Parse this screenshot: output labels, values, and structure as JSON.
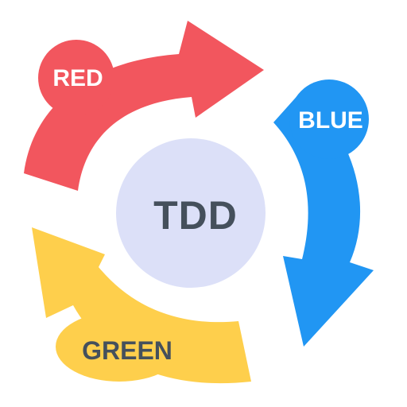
{
  "diagram": {
    "center_label": "TDD",
    "stages": [
      {
        "id": "red",
        "label": "RED",
        "color": "#F2565E"
      },
      {
        "id": "blue",
        "label": "BLUE",
        "color": "#2196F3"
      },
      {
        "id": "green",
        "label": "GREEN",
        "color": "#FECF4C"
      }
    ],
    "center_color": "#DCE0F8",
    "label_text_color": "#FFFFFF",
    "green_label_text_color": "#45505C",
    "center_text_color": "#45505C"
  }
}
